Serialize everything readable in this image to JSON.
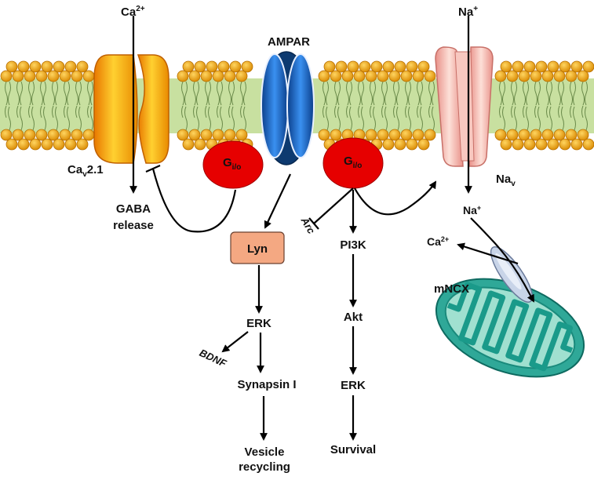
{
  "labels": {
    "ampar": "AMPAR",
    "ca_ion": "Ca",
    "ca_charge": "2+",
    "na_ion": "Na",
    "na_charge": "+",
    "cav_main": "Ca",
    "cav_sub": "v",
    "cav_suffix": "2.1",
    "nav_main": "Na",
    "nav_sub": "v",
    "gio_main": "G",
    "gio_sub": "i/o",
    "gaba_line1": "GABA",
    "gaba_line2": "release",
    "lyn": "Lyn",
    "erk": "ERK",
    "bdnf": "BDNF",
    "synapsin": "Synapsin I",
    "vesicle_line1": "Vesicle",
    "vesicle_line2": "recycling",
    "arc": "Arc",
    "pi3k": "PI3K",
    "akt": "Akt",
    "survival": "Survival",
    "na_inner": "Na",
    "na_inner_charge": "+",
    "ca_mito": "Ca",
    "ca_mito_charge": "2+",
    "mncx": "mNCX"
  },
  "colors": {
    "lipid_head": "#f0a000",
    "lipid_tail": "#b8d890",
    "cav_channel": "#f6b800",
    "ampar_channel": "#1e6fd0",
    "nav_channel": "#f5b8b0",
    "gio": "#e60000",
    "lyn_box": "#f4a882",
    "mito_outer": "#2fa898",
    "mito_inner": "#a0e0d0",
    "mncx": "#b8c8e0"
  }
}
